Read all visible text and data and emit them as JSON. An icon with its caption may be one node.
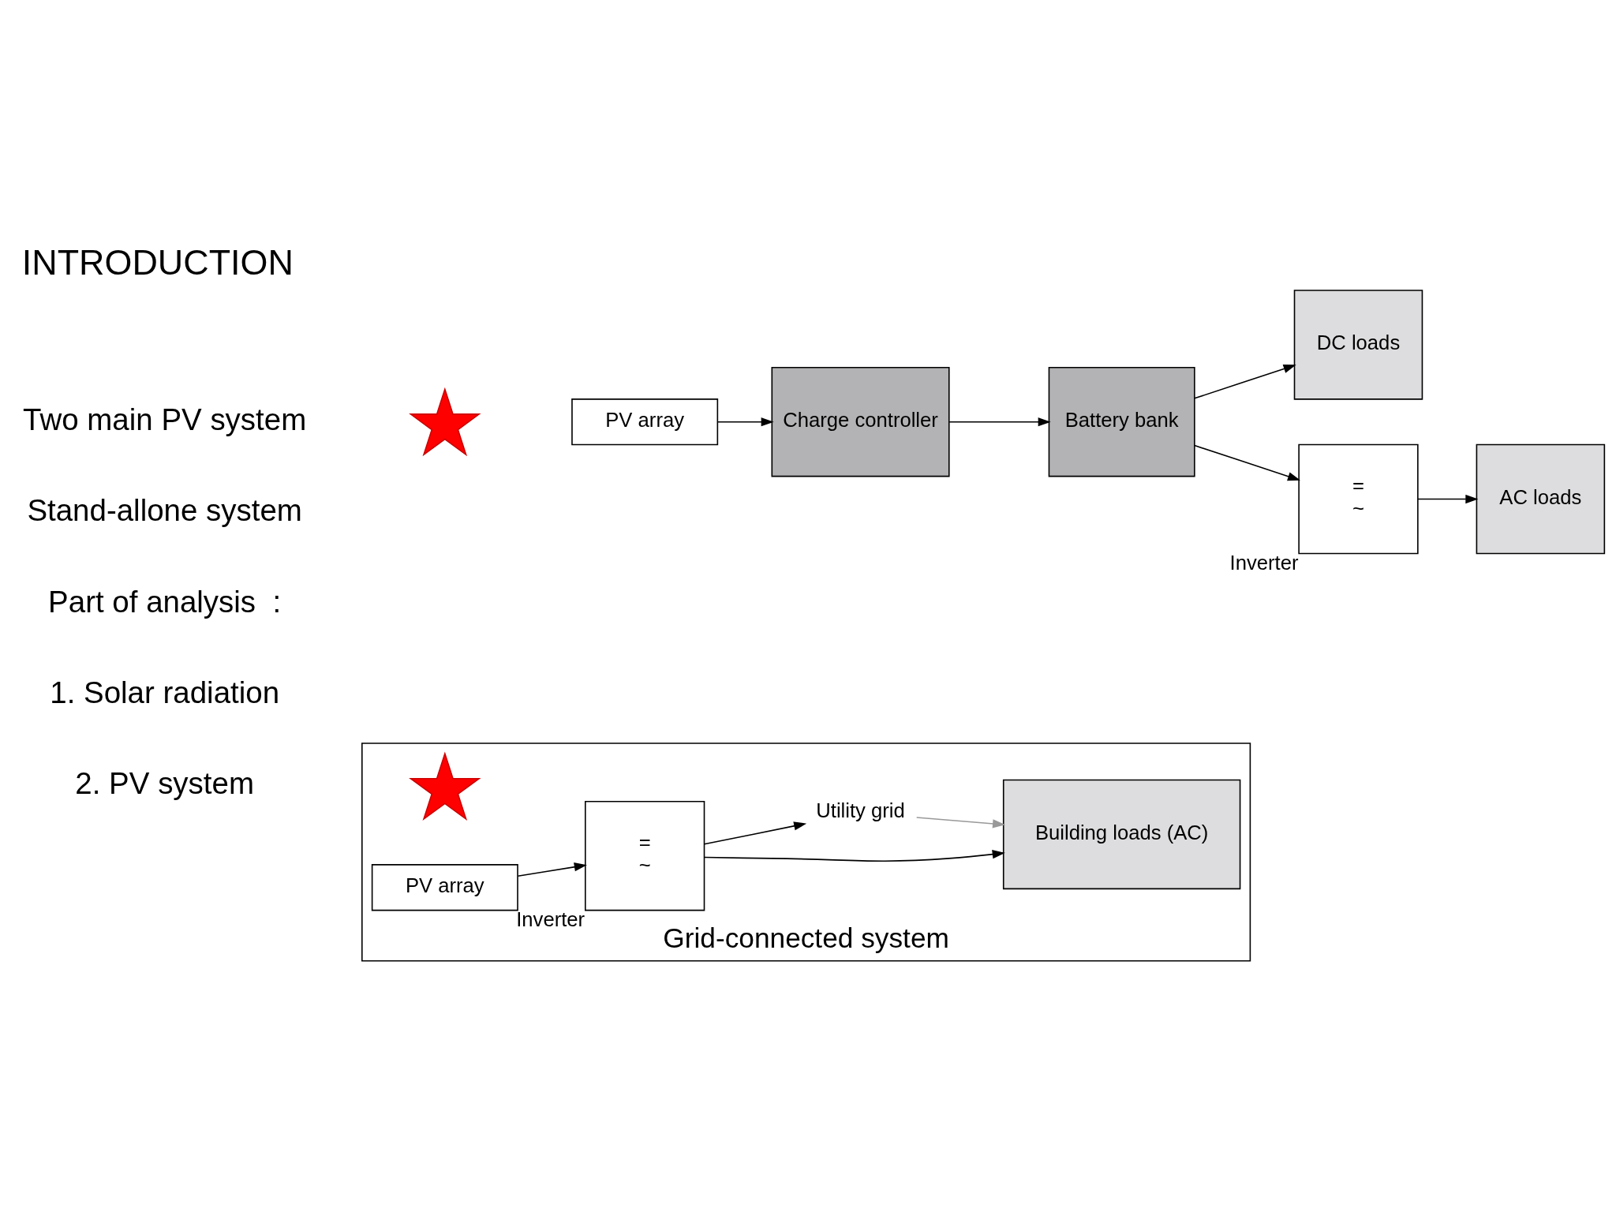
{
  "diagram": {
    "title": "INTRODUCTION",
    "nodes": [
      {
        "text": [],
        "shape": "star"
      },
      {
        "text": [
          "PV array"
        ]
      },
      {
        "text": [
          "Charge controller"
        ]
      },
      {
        "text": [
          "Battery bank"
        ]
      },
      {
        "text": [
          "DC loads"
        ]
      },
      {
        "text": [
          "=",
          "~"
        ],
        "beside": [
          "Inverter"
        ]
      },
      {
        "text": [
          "AC loads"
        ]
      },
      {
        "text": [
          "Grid-connected system"
        ]
      },
      {
        "text": [],
        "shape": "star",
        "in": 7
      },
      {
        "text": [
          "PV array"
        ],
        "in": 7
      },
      {
        "text": [
          "=",
          "~"
        ],
        "beside": [
          "Inverter"
        ],
        "in": 7
      },
      {
        "text": [
          "Building loads (AC)"
        ],
        "in": 7
      },
      {
        "text": [
          "Utility grid"
        ],
        "in": 7
      }
    ],
    "edges": [
      {
        "from": 1,
        "to": 2,
        "arrow": "to"
      },
      {
        "from": 2,
        "to": 3,
        "arrow": "to"
      },
      {
        "from": 3,
        "to": 4,
        "arrow": "to"
      },
      {
        "from": 3,
        "to": 5,
        "arrow": "to"
      },
      {
        "from": 5,
        "to": 6,
        "arrow": "to"
      },
      {
        "from": 9,
        "to": 10,
        "arrow": "to"
      },
      {
        "from": 10,
        "to": 11,
        "arrow": "to"
      },
      {
        "from": 10,
        "to": 12,
        "arrow": "to"
      },
      {
        "from": 12,
        "to": 11,
        "arrow": "to",
        "color": "#999999"
      }
    ],
    "labels": [
      "Two main PV system",
      "Stand-allone system",
      "Part of analysis  :",
      "1. Solar radiation",
      "2. PV system"
    ]
  }
}
